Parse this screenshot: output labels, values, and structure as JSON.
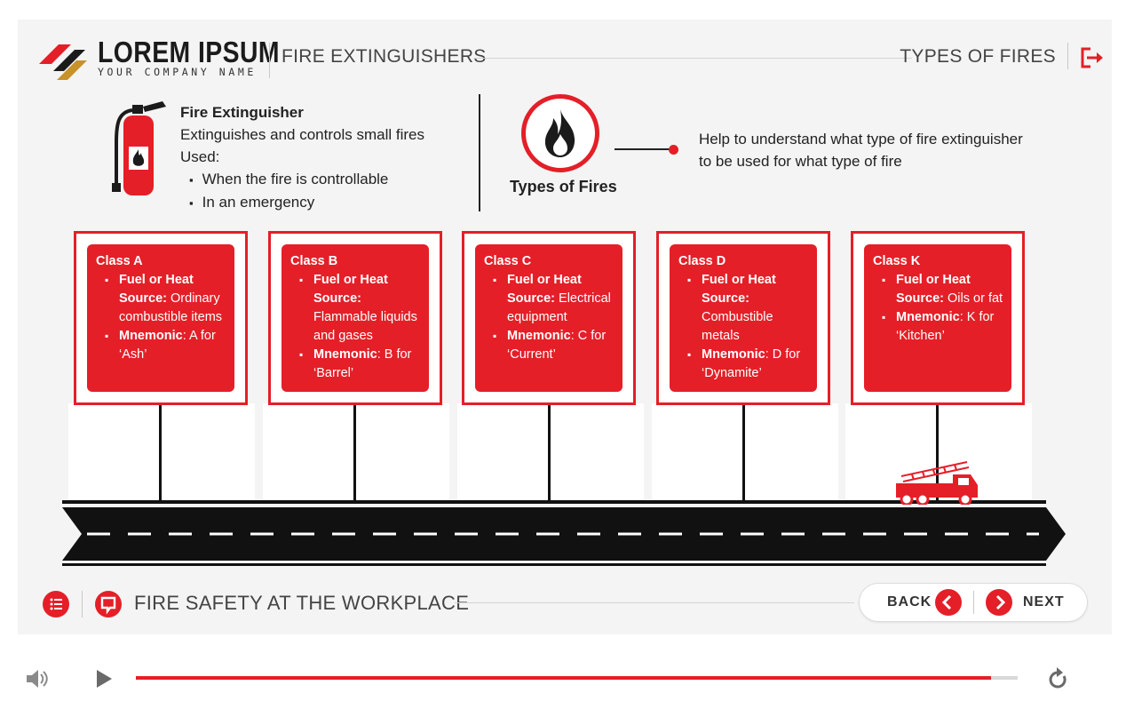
{
  "header": {
    "logo_title": "LOREM IPSUM",
    "logo_subtitle": "YOUR COMPANY NAME",
    "module_title": "FIRE EXTINGUISHERS",
    "section_title": "TYPES OF FIRES",
    "exit_icon": "exit-icon"
  },
  "intro": {
    "title": "Fire Extinguisher",
    "description": "Extinguishes and controls small fires",
    "used_label": "Used:",
    "bullets": [
      "When the fire is controllable",
      "In an emergency"
    ],
    "types_label": "Types of Fires",
    "types_description": "Help to understand what type of fire extinguisher to be used for what type of fire"
  },
  "classes": [
    {
      "name": "Class A",
      "fuel_label": "Fuel or Heat Source:",
      "fuel_value": "Ordinary combustible items",
      "mnemonic_label": "Mnemonic",
      "mnemonic_value": ": A for ‘Ash’"
    },
    {
      "name": "Class B",
      "fuel_label": "Fuel or Heat Source:",
      "fuel_value": "Flammable liquids and gases",
      "mnemonic_label": "Mnemonic",
      "mnemonic_value": ": B for ‘Barrel’"
    },
    {
      "name": "Class C",
      "fuel_label": "Fuel or Heat Source:",
      "fuel_value": "Electrical equipment",
      "mnemonic_label": "Mnemonic",
      "mnemonic_value": ": C for ‘Current’"
    },
    {
      "name": "Class D",
      "fuel_label": "Fuel or Heat Source:",
      "fuel_value": "Combustible metals",
      "mnemonic_label": "Mnemonic",
      "mnemonic_value": ": D for ‘Dynamite’"
    },
    {
      "name": "Class K",
      "fuel_label": "Fuel or Heat Source:",
      "fuel_value": "Oils or fat",
      "mnemonic_label": "Mnemonic",
      "mnemonic_value": ": K for ‘Kitchen’"
    }
  ],
  "footer": {
    "course_title": "FIRE SAFETY AT THE WORKPLACE",
    "back_label": "BACK",
    "next_label": "NEXT"
  },
  "player": {
    "progress": 0.97
  },
  "colors": {
    "accent": "#e41f28",
    "dark": "#1b1b1b",
    "background": "#f4f4f4"
  }
}
